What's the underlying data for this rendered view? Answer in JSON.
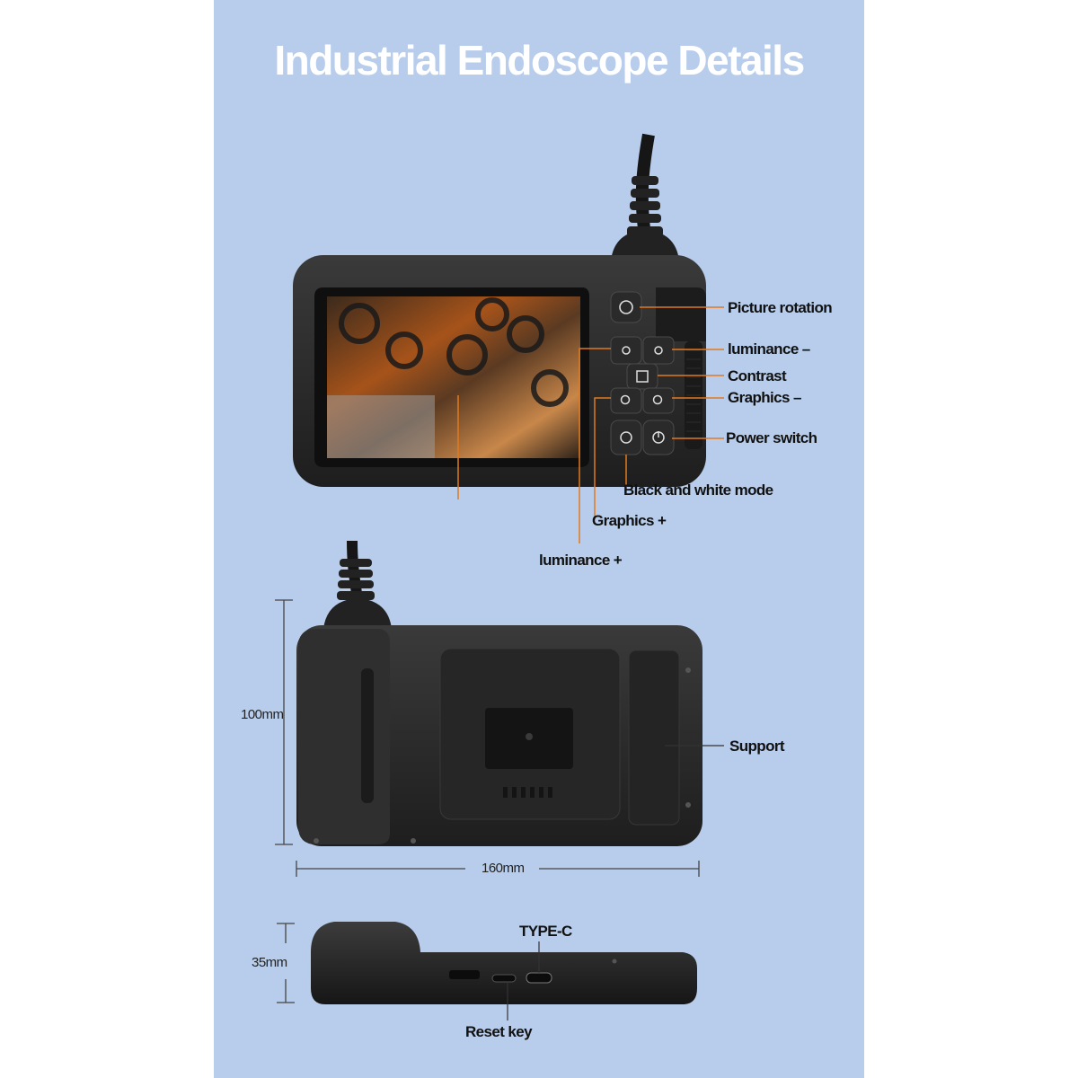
{
  "title": "Industrial Endoscope Details",
  "front_labels": {
    "picture_rotation": "Picture rotation",
    "luminance_minus": "luminance –",
    "contrast": "Contrast",
    "graphics_minus": "Graphics –",
    "power_switch": "Power switch",
    "black_white_mode": "Black and white mode",
    "graphics_plus": "Graphics +",
    "luminance_plus": "luminance +"
  },
  "back_labels": {
    "support": "Support",
    "height": "100mm",
    "width": "160mm"
  },
  "side_labels": {
    "type_c": "TYPE-C",
    "depth": "35mm",
    "reset_key": "Reset key"
  },
  "colors": {
    "panel": "#b8cdec",
    "leader_line": "#e07a1e",
    "device": "#2b2b2b"
  }
}
